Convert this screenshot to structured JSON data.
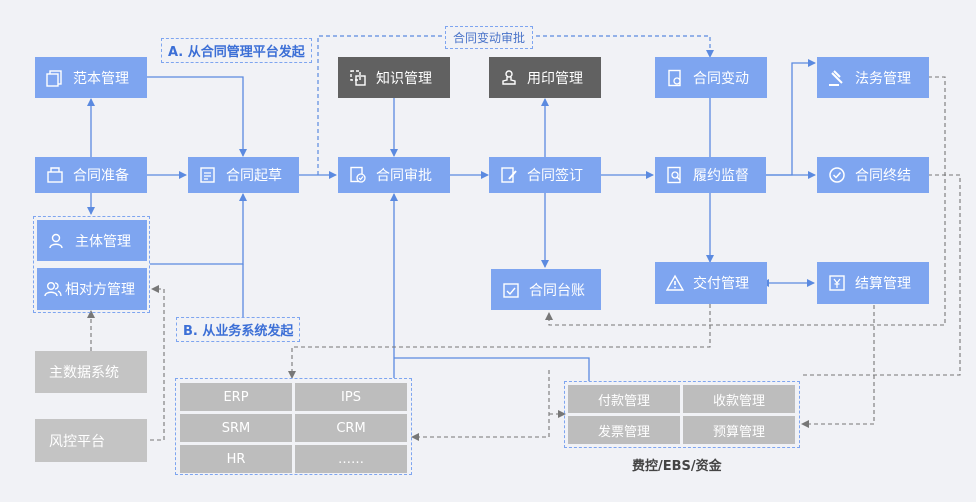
{
  "labels": {
    "approval_change": "合同变动审批",
    "section_a": "A. 从合同管理平台发起",
    "section_b": "B. 从业务系统发起",
    "finance_caption": "费控/EBS/资金"
  },
  "nodes": {
    "template": "范本管理",
    "knowledge": "知识管理",
    "seal": "用印管理",
    "change": "合同变动",
    "legal": "法务管理",
    "prepare": "合同准备",
    "draft": "合同起草",
    "approve": "合同审批",
    "sign": "合同签订",
    "monitor": "履约监督",
    "end": "合同终结",
    "entity": "主体管理",
    "counterparty": "相对方管理",
    "ledger": "合同台账",
    "delivery": "交付管理",
    "settlement": "结算管理",
    "master_data": "主数据系统",
    "risk": "风控平台"
  },
  "business_systems": [
    "ERP",
    "IPS",
    "SRM",
    "CRM",
    "HR",
    "……"
  ],
  "finance_systems": [
    "付款管理",
    "收款管理",
    "发票管理",
    "预算管理"
  ],
  "colors": {
    "node": "#7ea5f0",
    "dark_node": "#616161",
    "gray_node": "#bdbdbd",
    "line": "#5b8ae0",
    "dashed_gray": "#777777",
    "background": "#f1f2f6"
  }
}
